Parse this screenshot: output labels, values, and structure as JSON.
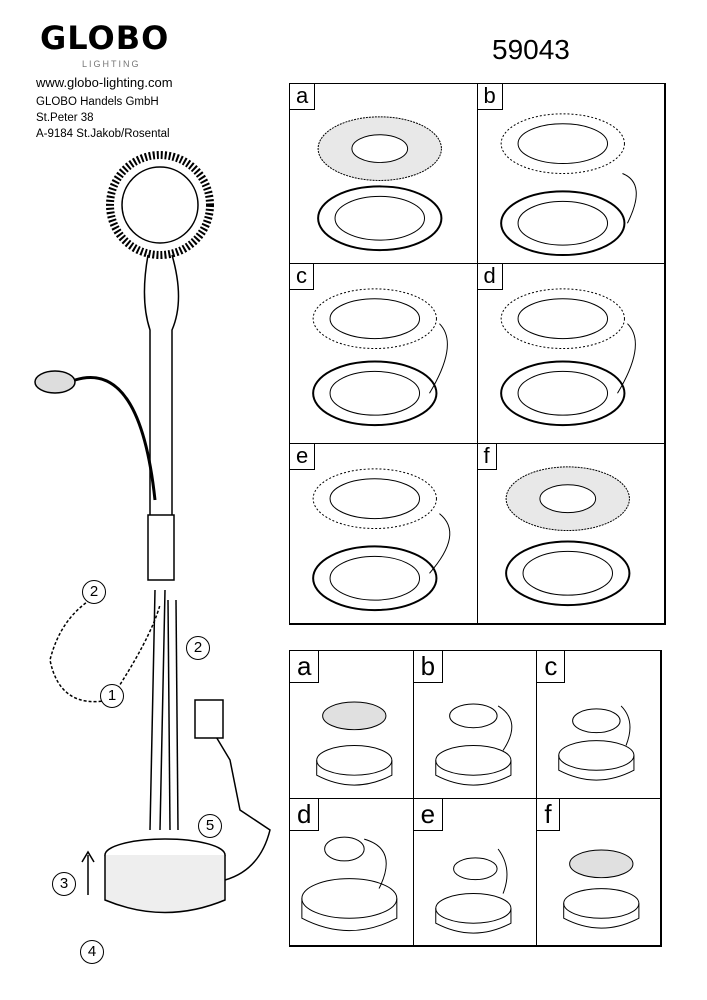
{
  "header": {
    "brand": "GLOBO",
    "brand_sub": "LIGHTING",
    "website": "www.globo-lighting.com",
    "company": "GLOBO Handels GmbH",
    "street": "St.Peter 38",
    "city": "A-9184 St.Jakob/Rosental",
    "model_number": "59043"
  },
  "steps_top": [
    {
      "label": "a"
    },
    {
      "label": "b"
    },
    {
      "label": "c"
    },
    {
      "label": "d"
    },
    {
      "label": "e"
    },
    {
      "label": "f"
    }
  ],
  "steps_bottom": [
    {
      "label": "a"
    },
    {
      "label": "b"
    },
    {
      "label": "c"
    },
    {
      "label": "d"
    },
    {
      "label": "e"
    },
    {
      "label": "f"
    }
  ],
  "assembly_numbers": [
    "1",
    "2",
    "2",
    "3",
    "4",
    "5"
  ]
}
